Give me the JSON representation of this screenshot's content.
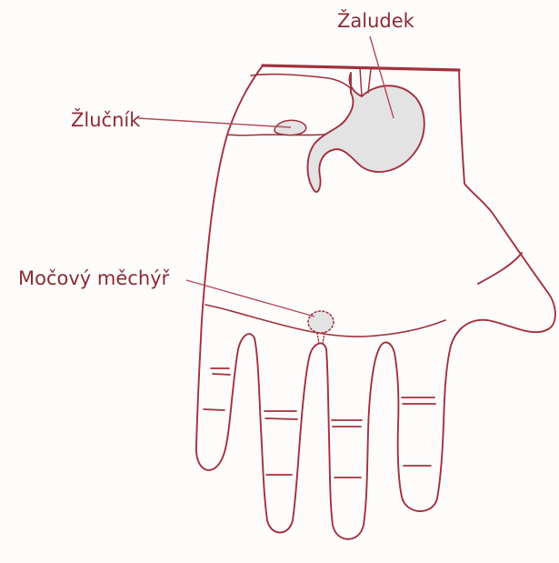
{
  "labels": {
    "stomach": "Žaludek",
    "gallbladder": "Žlučník",
    "bladder": "Močový měchýř"
  },
  "colors": {
    "outline": "#a2303e",
    "label": "#8b2b35",
    "organ_fill": "#e3e3e3",
    "leader_line": "#b24a57"
  }
}
